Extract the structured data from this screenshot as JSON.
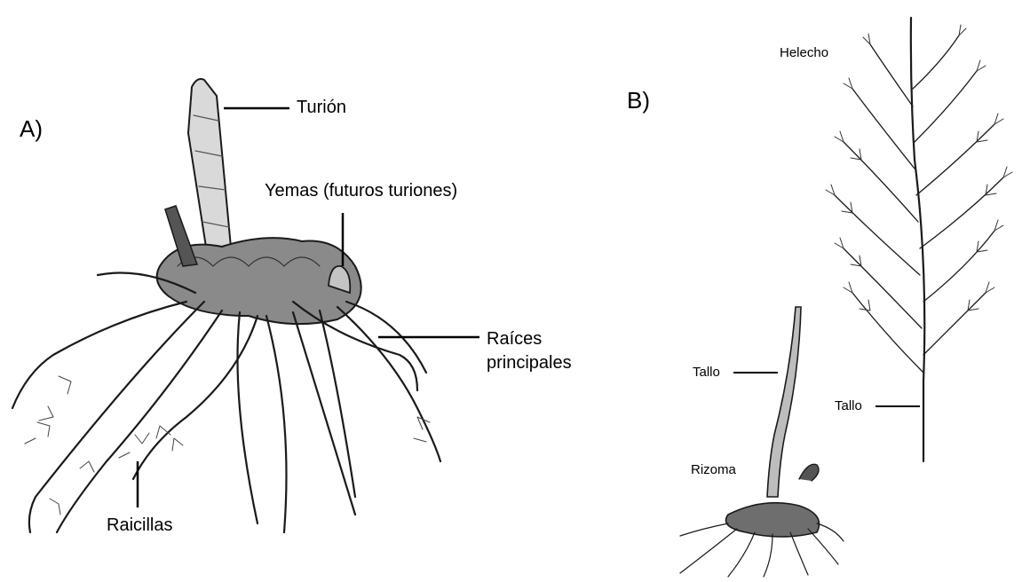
{
  "panels": {
    "a": "A)",
    "b": "B)"
  },
  "labels_a": {
    "turion": "Turión",
    "yemas": "Yemas (futuros turiones)",
    "raices_line1": "Raíces",
    "raices_line2": "principales",
    "raicillas": "Raicillas"
  },
  "labels_b": {
    "helecho": "Helecho",
    "tallo_left": "Tallo",
    "tallo_right": "Tallo",
    "rizoma": "Rizoma"
  },
  "colors": {
    "ink": "#1a1a1a",
    "shade": "#9a9a9a",
    "paper": "#ffffff"
  }
}
